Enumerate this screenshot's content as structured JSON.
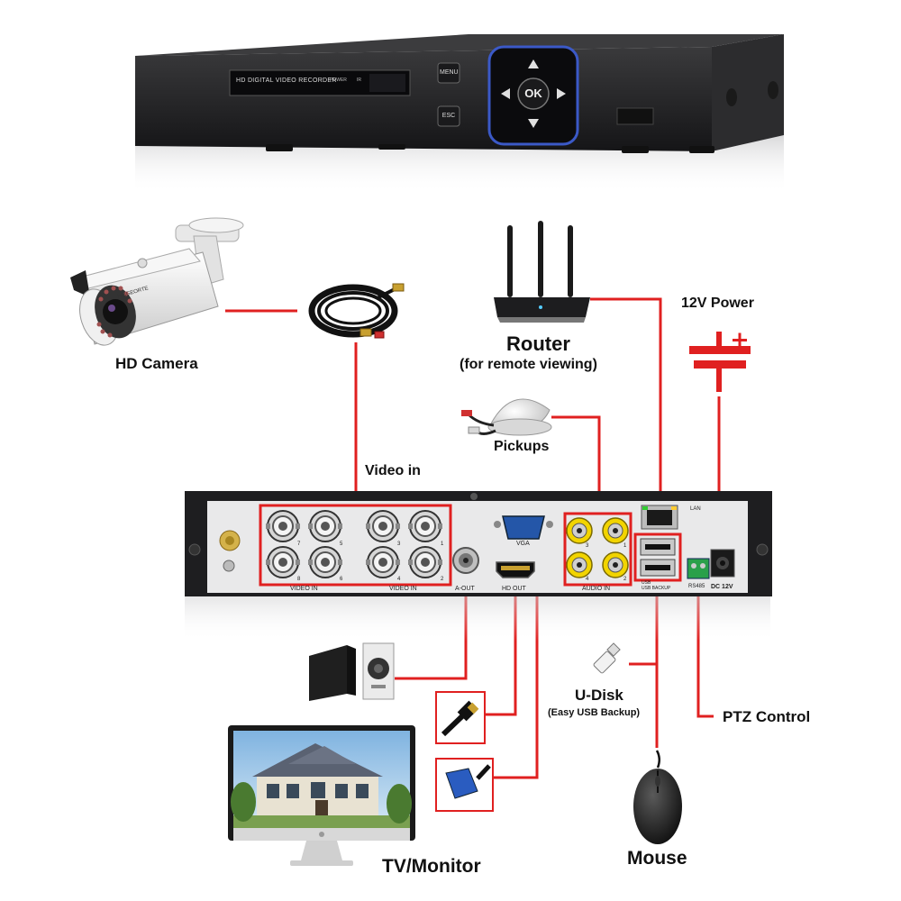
{
  "front_panel": {
    "display_text": "HD DIGITAL VIDEO RECORDER",
    "power_text": "POWER",
    "ir_text": "IR",
    "menu_label": "MENU",
    "esc_label": "ESC",
    "ok_label": "OK"
  },
  "labels": {
    "hd_camera": "HD Camera",
    "video_in": "Video in",
    "router": "Router",
    "router_sub": "(for remote viewing)",
    "power_12v": "12V Power",
    "pickups": "Pickups",
    "u_disk": "U-Disk",
    "u_disk_sub": "(Easy USB Backup)",
    "ptz": "PTZ Control",
    "tv_monitor": "TV/Monitor",
    "mouse": "Mouse"
  },
  "rear_panel": {
    "video_in_left_label": "VIDEO IN",
    "video_in_right_label": "VIDEO IN",
    "left_bnc_numbers": [
      "7",
      "5",
      "8",
      "6"
    ],
    "right_bnc_numbers": [
      "3",
      "1",
      "4",
      "2"
    ],
    "a_out": "A-OUT",
    "hd_out": "HD OUT",
    "vga": "VGA",
    "audio_in": "AUDIO IN",
    "audio_numbers": [
      "3",
      "1",
      "4",
      "2"
    ],
    "lan": "LAN",
    "usb_text": "USB",
    "usb_backup": "USB BACKUP",
    "rs485": "RS485",
    "dc12v": "DC 12V"
  },
  "camera_brand": "HIKGEORTE",
  "colors": {
    "connection_red": "#e02020",
    "dvr_body": "#2a2a2c",
    "panel_face": "#e8e8e8"
  }
}
